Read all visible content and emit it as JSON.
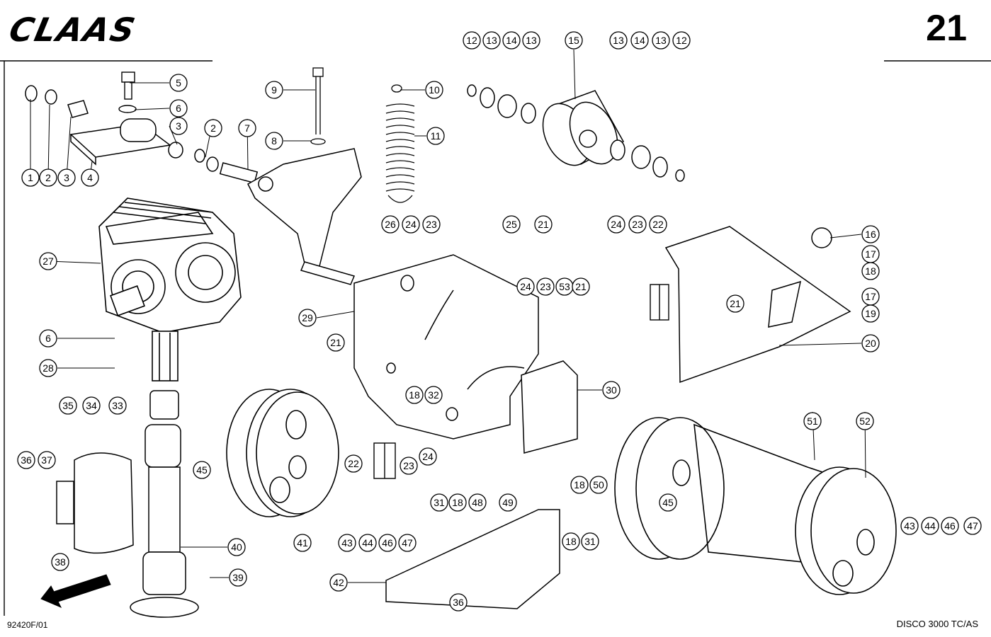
{
  "header": {
    "brand": "CLAAS",
    "page_number": "21"
  },
  "footer": {
    "drawing_ref": "92420F/01",
    "model": "DISCO 3000 TC/AS"
  },
  "callouts": [
    "1",
    "2",
    "3",
    "4",
    "5",
    "6",
    "3",
    "2",
    "7",
    "9",
    "8",
    "10",
    "11",
    "12",
    "13",
    "14",
    "13",
    "15",
    "13",
    "14",
    "13",
    "12",
    "27",
    "26",
    "24",
    "23",
    "25",
    "21",
    "24",
    "23",
    "22",
    "16",
    "17",
    "18",
    "17",
    "19",
    "24",
    "23",
    "53",
    "21",
    "21",
    "20",
    "29",
    "6",
    "21",
    "18",
    "32",
    "30",
    "28",
    "35",
    "34",
    "33",
    "36",
    "37",
    "45",
    "22",
    "23",
    "24",
    "41",
    "43",
    "44",
    "46",
    "47",
    "31",
    "18",
    "48",
    "49",
    "18",
    "50",
    "45",
    "51",
    "52",
    "38",
    "40",
    "39",
    "42",
    "36",
    "18",
    "31",
    "43",
    "44",
    "46",
    "47"
  ],
  "colors": {
    "ink": "#000000",
    "paper": "#ffffff"
  }
}
